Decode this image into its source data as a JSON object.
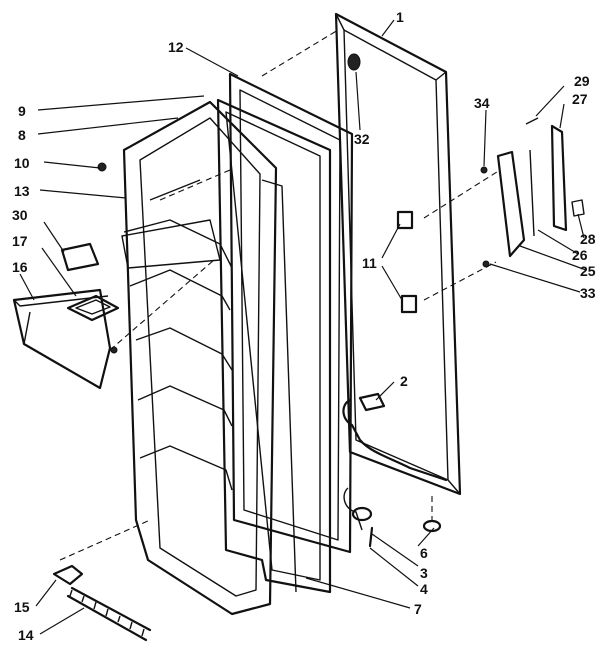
{
  "callouts": [
    {
      "id": "c1",
      "text": "1"
    },
    {
      "id": "c2",
      "text": "2"
    },
    {
      "id": "c3",
      "text": "3"
    },
    {
      "id": "c4",
      "text": "4"
    },
    {
      "id": "c6",
      "text": "6"
    },
    {
      "id": "c7",
      "text": "7"
    },
    {
      "id": "c8",
      "text": "8"
    },
    {
      "id": "c9",
      "text": "9"
    },
    {
      "id": "c10",
      "text": "10"
    },
    {
      "id": "c11",
      "text": "11"
    },
    {
      "id": "c12",
      "text": "12"
    },
    {
      "id": "c13",
      "text": "13"
    },
    {
      "id": "c14",
      "text": "14"
    },
    {
      "id": "c15",
      "text": "15"
    },
    {
      "id": "c16",
      "text": "16"
    },
    {
      "id": "c17",
      "text": "17"
    },
    {
      "id": "c25",
      "text": "25"
    },
    {
      "id": "c26",
      "text": "26"
    },
    {
      "id": "c27",
      "text": "27"
    },
    {
      "id": "c28",
      "text": "28"
    },
    {
      "id": "c29",
      "text": "29"
    },
    {
      "id": "c30",
      "text": "30"
    },
    {
      "id": "c32",
      "text": "32"
    },
    {
      "id": "c33",
      "text": "33"
    },
    {
      "id": "c34",
      "text": "34"
    }
  ]
}
